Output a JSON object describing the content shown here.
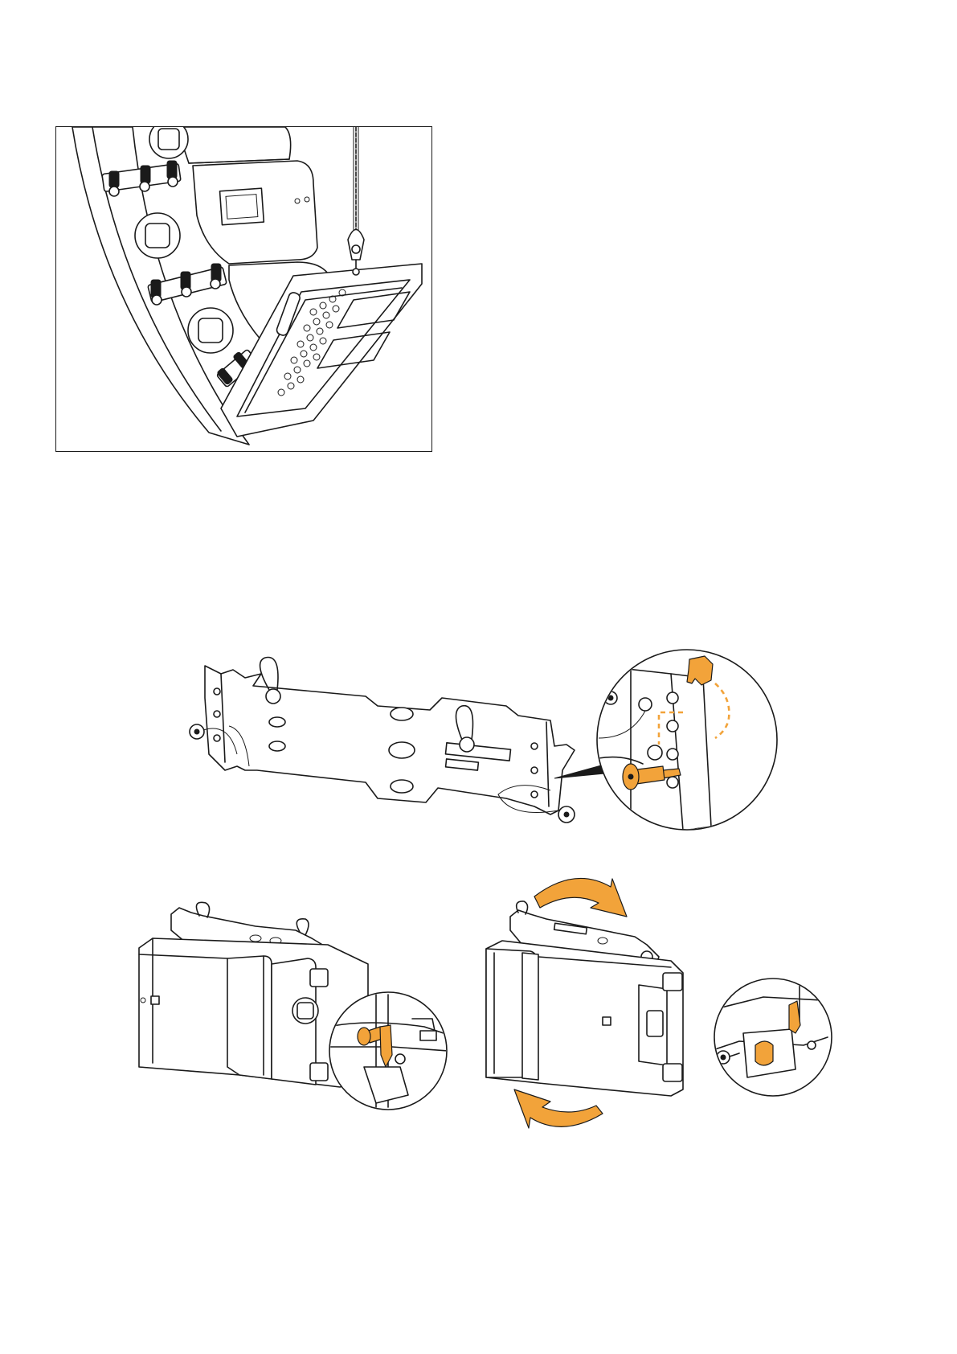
{
  "page": {
    "background": "#ffffff",
    "figures": [
      {
        "id": "fig-array-flown",
        "icon": "flown-speaker-array-illustration",
        "framed": true
      },
      {
        "id": "fig-rigging-frame",
        "icon": "rigging-frame-pin-detail-illustration",
        "framed": false
      },
      {
        "id": "fig-cabinet-pin",
        "icon": "cabinet-pin-detail-illustration",
        "framed": false
      },
      {
        "id": "fig-cabinet-rotate",
        "icon": "cabinet-rotation-illustration",
        "framed": false
      }
    ]
  },
  "colors": {
    "line": "#1a1a1a",
    "highlight": "#f2a33a",
    "frame_border": "#1a1a1a"
  }
}
